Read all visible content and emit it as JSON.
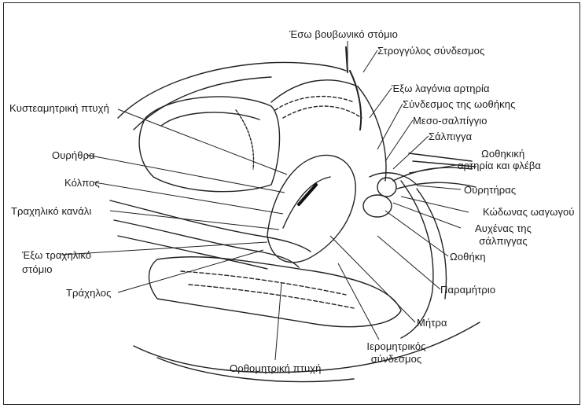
{
  "labels": {
    "inguinal_ring": "Έσω βουβωνικό στόμιο",
    "round_ligament": "Στρογγύλος σύνδεσμος",
    "external_iliac_artery": "Έξω λαγόνια αρτηρία",
    "ovarian_ligament": "Σύνδεσμος της ωοθήκης",
    "mesosalpinx": "Μεσο-σαλπίγγιο",
    "fallopian_tube": "Σάλπιγγα",
    "ovarian_artery_vein_1": "Ωοθηκική",
    "ovarian_artery_vein_2": "αρτηρία και φλέβα",
    "ureter": "Ουρητήρας",
    "fimbriae": "Κώδωνας ωαγωγού",
    "tube_neck_1": "Αυχένας της",
    "tube_neck_2": "σάλπιγγας",
    "ovary": "Ωοθήκη",
    "parametrium": "Παραμήτριο",
    "uterus": "Μήτρα",
    "uterosacral_1": "Ιερομητρικός",
    "uterosacral_2": "σύνδεσμος",
    "rectouterine_fold": "Ορθομητρική πτυχή",
    "cervix": "Τράχηλος",
    "external_os_1": "Έξω τραχηλικό",
    "external_os_2": "στόμιο",
    "cervical_canal": "Τραχηλικό κανάλι",
    "vagina": "Κόλπος",
    "urethra": "Ουρήθρα",
    "vesicouterine_fold": "Κυστεαμητρική πτυχή"
  }
}
